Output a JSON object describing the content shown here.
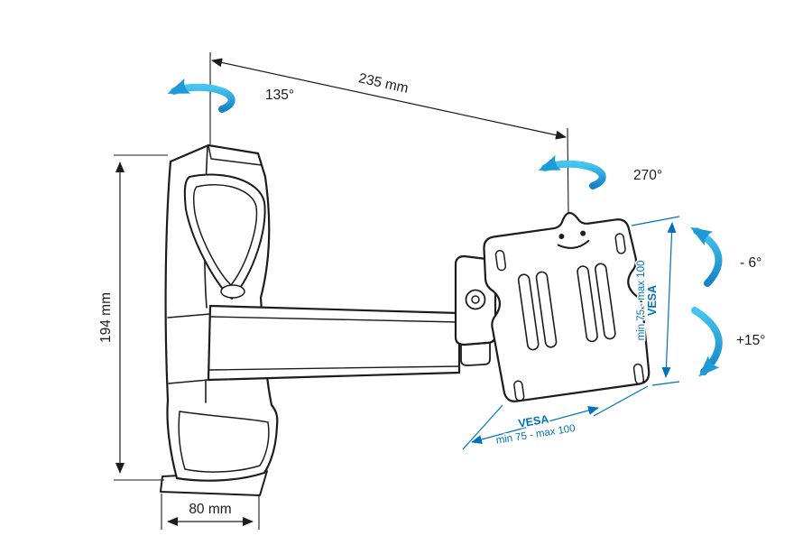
{
  "diagram": {
    "labels": {
      "arm_length": "235 mm",
      "height": "194 mm",
      "depth": "80 mm",
      "swivel_wall": "135°",
      "swivel_plate": "270°",
      "tilt_up": "- 6°",
      "tilt_down": "+15°",
      "vesa_title": "VESA",
      "vesa_range": "min 75 - max 100"
    },
    "colors": {
      "line": "#1c1c1c",
      "arrow_cyan": "#29abe2",
      "dimension_blue": "#0071bc"
    }
  }
}
